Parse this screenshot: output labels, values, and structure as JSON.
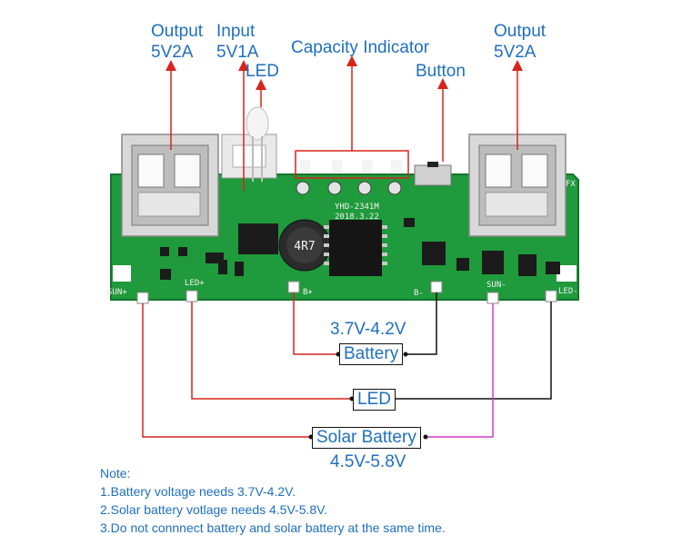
{
  "labels": {
    "output_left_title": "Output",
    "output_left_value": "5V2A",
    "input_title": "Input",
    "input_value": "5V1A",
    "led_top": "LED",
    "capacity_indicator": "Capacity Indicator",
    "button": "Button",
    "output_right_title": "Output",
    "output_right_value": "5V2A",
    "battery_voltage": "3.7V-4.2V",
    "battery_box": "Battery",
    "led_box": "LED",
    "solar_box": "Solar Battery",
    "solar_voltage": "4.5V-5.8V"
  },
  "board": {
    "pcb_text_1": "YHD-2341M",
    "pcb_text_2": "2018.3.22",
    "inductor": "4R7",
    "pad_sun_plus": "SUN+",
    "pad_led_plus": "LED+",
    "pad_b_plus": "B+",
    "pad_b_minus": "B-",
    "pad_sun_minus": "SUN-",
    "pad_led_minus": "LED-",
    "fx": "FX"
  },
  "notes": [
    "Note:",
    "1.Battery voltage needs 3.7V-4.2V.",
    "2.Solar battery votlage needs 4.5V-5.8V.",
    "3.Do not connnect battery and solar battery at the same time."
  ],
  "colors": {
    "label_blue": "#1f6fbf",
    "arrow_red": "#d9241c",
    "wire_black": "#111111",
    "wire_magenta": "#d33ad3",
    "pcb_green": "#1f9a3c"
  }
}
